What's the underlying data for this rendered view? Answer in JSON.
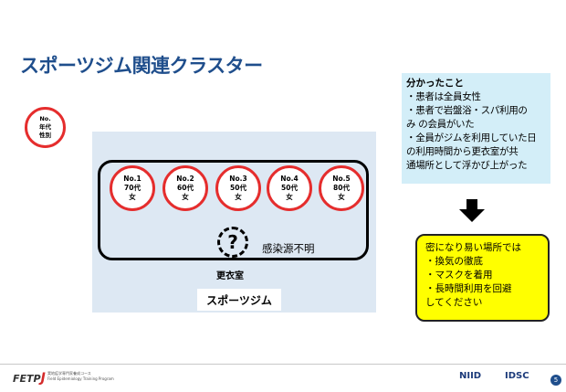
{
  "title": "スポーツジム関連クラスター",
  "legend": {
    "line1": "No.",
    "line2": "年代",
    "line3": "性別"
  },
  "patients": [
    {
      "no": "No.1",
      "age": "70代",
      "sex": "女"
    },
    {
      "no": "No.2",
      "age": "60代",
      "sex": "女"
    },
    {
      "no": "No.3",
      "age": "50代",
      "sex": "女"
    },
    {
      "no": "No.4",
      "age": "50代",
      "sex": "女"
    },
    {
      "no": "No.5",
      "age": "80代",
      "sex": "女"
    }
  ],
  "unknown_symbol": "?",
  "source_unknown": "感染源不明",
  "locker_room": "更衣室",
  "gym_label": "スポーツジム",
  "findings": {
    "title": "分かったこと",
    "lines": [
      "・患者は全員女性",
      "・患者で岩盤浴・スパ利用の",
      "み の会員がいた",
      "・全員がジムを利用していた日",
      "の利用時間から更衣室が共",
      "通場所として浮かび上がった"
    ]
  },
  "advice": {
    "lines": [
      "密になり易い場所では",
      "・換気の徹底",
      "・マスクを着用",
      "・長時間利用を回避",
      "してください"
    ]
  },
  "footer": {
    "fetp": "FETP",
    "fetp_j": "J",
    "fetp_sub1": "実地疫学専門家養成コース",
    "fetp_sub2": "Field Epidemiology Training Program",
    "niid": "NIID",
    "idsc": "IDSC",
    "page": "5"
  },
  "colors": {
    "title": "#1f4e8c",
    "circle_border": "#e52d2d",
    "findings_bg": "#d3eef8",
    "advice_bg": "#ffff00",
    "gym_bg": "#dde8f3"
  }
}
